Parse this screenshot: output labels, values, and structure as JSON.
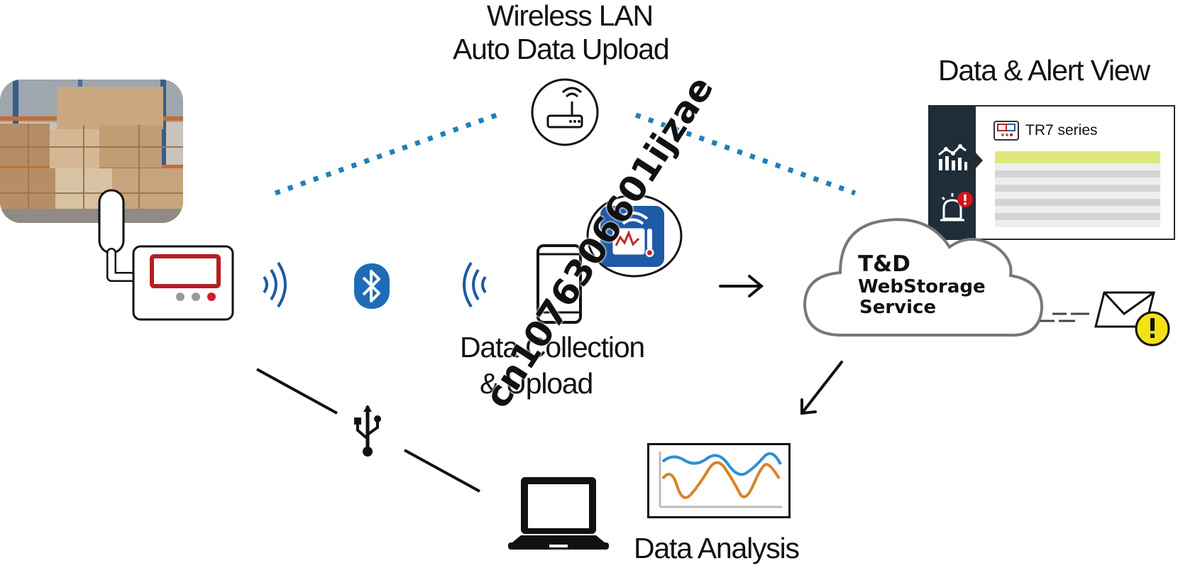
{
  "labels": {
    "wireless_line1": "Wireless LAN",
    "wireless_line2": "Auto Data Upload",
    "alert_view": "Data & Alert View",
    "collection_line1": "Data Collection",
    "collection_line2": "& Upload",
    "analysis": "Data Analysis"
  },
  "cloud": {
    "line1": "T&D",
    "line2": "WebStorage",
    "line3": "Service"
  },
  "panel": {
    "series": "TR7 series"
  },
  "watermark": "cn1076306601ijzae",
  "colors": {
    "dotted_link": "#1f7fb5",
    "bluetooth": "#1e6bb8",
    "logger_red": "#b32025",
    "panel_sidebar": "#1f2d38",
    "panel_highlight": "#dfe87a",
    "graph_blue": "#2f8fd0",
    "graph_orange": "#d9822b",
    "alert_yellow": "#f3e117"
  },
  "icons": [
    "warehouse-photo",
    "data-logger-icon",
    "wifi-router-icon",
    "bluetooth-icon",
    "radio-waves-icon",
    "smartphone-icon",
    "app-icon",
    "cloud-icon",
    "mail-alert-icon",
    "usb-icon",
    "laptop-icon",
    "graph-icon",
    "chart-icon",
    "alarm-icon"
  ]
}
